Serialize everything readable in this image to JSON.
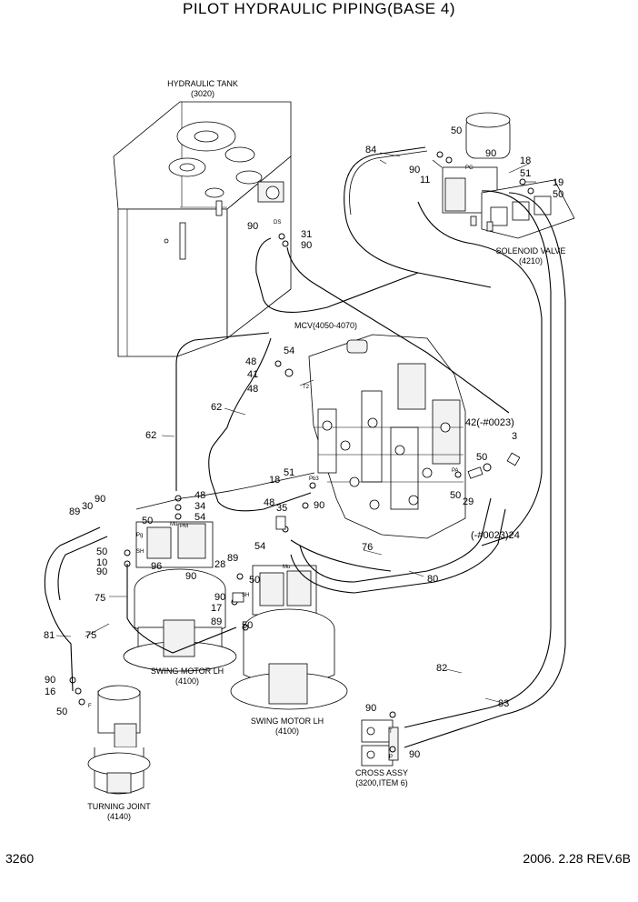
{
  "title": "PILOT HYDRAULIC PIPING(BASE 4)",
  "page_number": "3260",
  "revision": "2006. 2.28 REV.6B",
  "components": {
    "hydraulic_tank": [
      "HYDRAULIC TANK",
      "(3020)"
    ],
    "solenoid_valve": [
      "SOLENOID VALVE",
      "(4210)"
    ],
    "mcv": "MCV(4050-4070)",
    "swing_motor_left": [
      "SWING MOTOR LH",
      "(4100)"
    ],
    "swing_motor_right": [
      "SWING MOTOR LH",
      "(4100)"
    ],
    "cross_assy": [
      "CROSS ASSY",
      "(3200,ITEM 6)"
    ],
    "turning_joint": [
      "TURNING JOINT",
      "(4140)"
    ]
  },
  "port_labels": [
    "DS",
    "PG",
    "T2",
    "Pb3",
    "PA",
    "Mu",
    "PM",
    "Mu",
    "SH",
    "SH",
    "Pg",
    "F",
    "T",
    "P"
  ],
  "callouts": [
    "84",
    "50",
    "90",
    "18",
    "90",
    "11",
    "51",
    "19",
    "50",
    "90",
    "31",
    "90",
    "54",
    "48",
    "41",
    "48",
    "62",
    "62",
    "42(-#0023)",
    "3",
    "50",
    "18",
    "51",
    "90",
    "48",
    "35",
    "50",
    "29",
    "89",
    "30",
    "90",
    "48",
    "34",
    "54",
    "50",
    "50",
    "10",
    "90",
    "96",
    "28",
    "89",
    "90",
    "50",
    "54",
    "76",
    "(-#0023)24",
    "80",
    "75",
    "17",
    "90",
    "89",
    "50",
    "75",
    "81",
    "90",
    "16",
    "50",
    "82",
    "83",
    "90",
    "90"
  ]
}
